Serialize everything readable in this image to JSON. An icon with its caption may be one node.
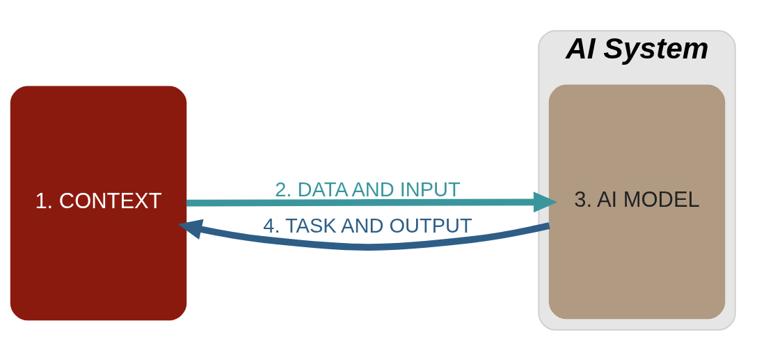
{
  "diagram": {
    "nodes": [
      {
        "text": [
          "AI System"
        ]
      },
      {
        "text": [
          "1. CONTEXT"
        ]
      },
      {
        "text": [
          "3. AI MODEL"
        ],
        "in": 0
      }
    ],
    "edges": [
      {
        "from": 1,
        "to": 2,
        "arrow": "to",
        "label": "2. DATA AND INPUT",
        "color": "#3a969c"
      },
      {
        "from": 2,
        "to": 1,
        "arrow": "to",
        "label": "4. TASK AND OUTPUT",
        "color": "#2e5e86"
      }
    ]
  }
}
